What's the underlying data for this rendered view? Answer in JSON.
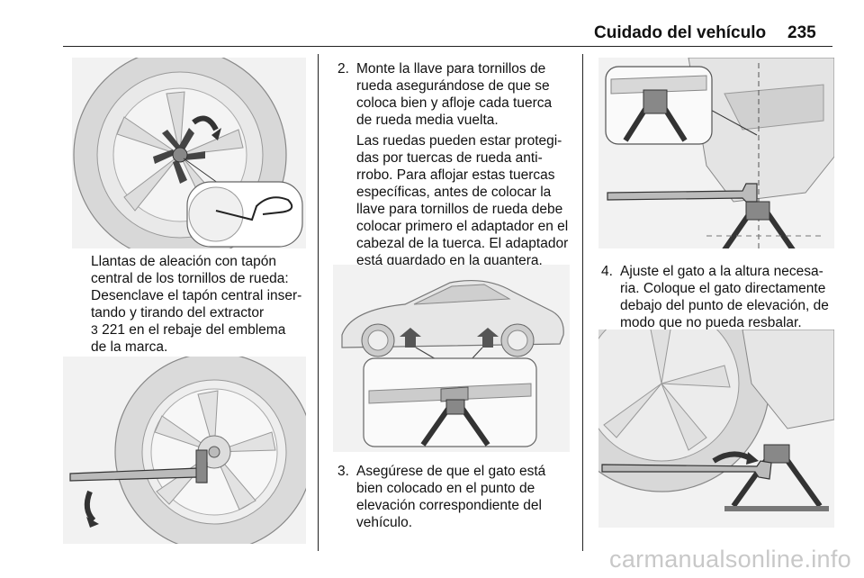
{
  "header": {
    "title": "Cuidado del vehículo",
    "page_number": "235"
  },
  "column1": {
    "text_lines": [
      "Llantas de aleación con tapón",
      "central de los tornillos de rueda:",
      "Desenclave el tapón central inser-",
      "tando y tirando del extractor",
      "221 en el rebaje del emblema",
      "de la marca."
    ],
    "ref_symbol": "3"
  },
  "column2": {
    "step2": {
      "number": "2.",
      "lines": [
        "Monte la llave para tornillos de",
        "rueda asegurándose de que se",
        "coloca bien y afloje cada tuerca",
        "de rueda media vuelta."
      ],
      "note_lines": [
        "Las ruedas pueden estar protegi-",
        "das por tuercas de rueda anti-",
        "rrobo. Para aflojar estas tuercas",
        "específicas, antes de colocar la",
        "llave para tornillos de rueda debe",
        "colocar primero el adaptador en el",
        "cabezal de la tuerca. El adaptador",
        "está guardado en la guantera."
      ]
    },
    "step3": {
      "number": "3.",
      "lines": [
        "Asegúrese de que el gato está",
        "bien colocado en el punto de",
        "elevación correspondiente del",
        "vehículo."
      ]
    }
  },
  "column3": {
    "step4": {
      "number": "4.",
      "lines": [
        "Ajuste el gato a la altura necesa-",
        "ria. Coloque el gato directamente",
        "debajo del punto de elevación, de",
        "modo que no pueda resbalar."
      ]
    }
  },
  "footer": {
    "watermark": "carmanualsonline.info"
  }
}
